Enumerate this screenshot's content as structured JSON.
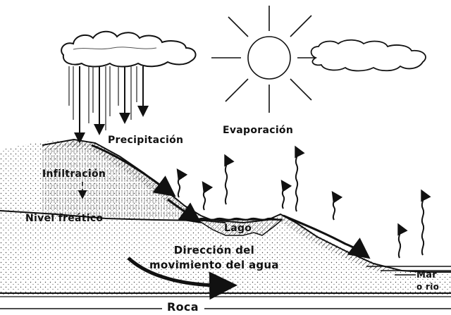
{
  "labels": {
    "precipitation": "Precipitación",
    "evaporation": "Evaporación",
    "infiltration": "Infiltración",
    "water_table": "Nivel freático",
    "lake": "Lago",
    "flow_direction_line1": "Dirección del",
    "flow_direction_line2": "movimiento del agua",
    "sea": "Mar",
    "or_river": "o rio",
    "rock": "Roca"
  },
  "colors": {
    "ink": "#111111",
    "background": "#ffffff",
    "ground_fill": "#e6e6e6"
  }
}
